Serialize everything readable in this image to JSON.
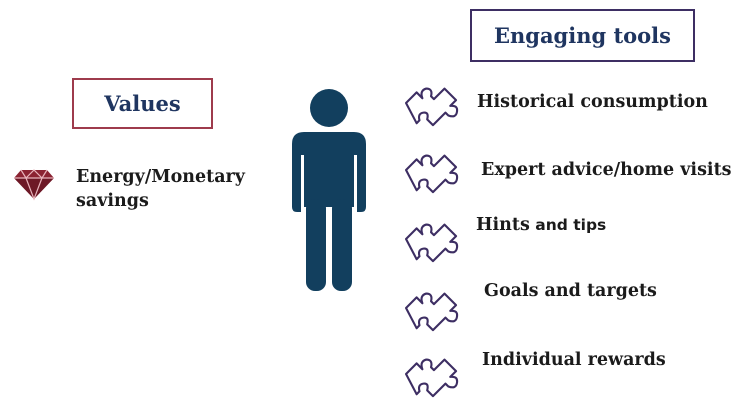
{
  "left_panel": {
    "title": "Values",
    "items": [
      {
        "label_line1": "Energy/Monetary",
        "label_line2": "savings",
        "icon": "gem-icon",
        "icon_color": "#8b2332"
      }
    ]
  },
  "right_panel": {
    "title": "Engaging tools",
    "items": [
      {
        "label": "Historical consumption",
        "icon": "puzzle-piece-icon"
      },
      {
        "label": "Expert advice/home visits",
        "icon": "puzzle-piece-icon"
      },
      {
        "label_part1": "Hints",
        "label_part2": " and tips",
        "icon": "puzzle-piece-icon"
      },
      {
        "label": "Goals and targets",
        "icon": "puzzle-piece-icon"
      },
      {
        "label": "Individual rewards",
        "icon": "puzzle-piece-icon"
      }
    ]
  },
  "center": {
    "icon": "person-icon",
    "color": "#123f5e"
  },
  "colors": {
    "values_border": "#9e3b4c",
    "tools_border": "#3d2e63",
    "title_text": "#1f3560",
    "puzzle_stroke": "#3d2e63"
  }
}
